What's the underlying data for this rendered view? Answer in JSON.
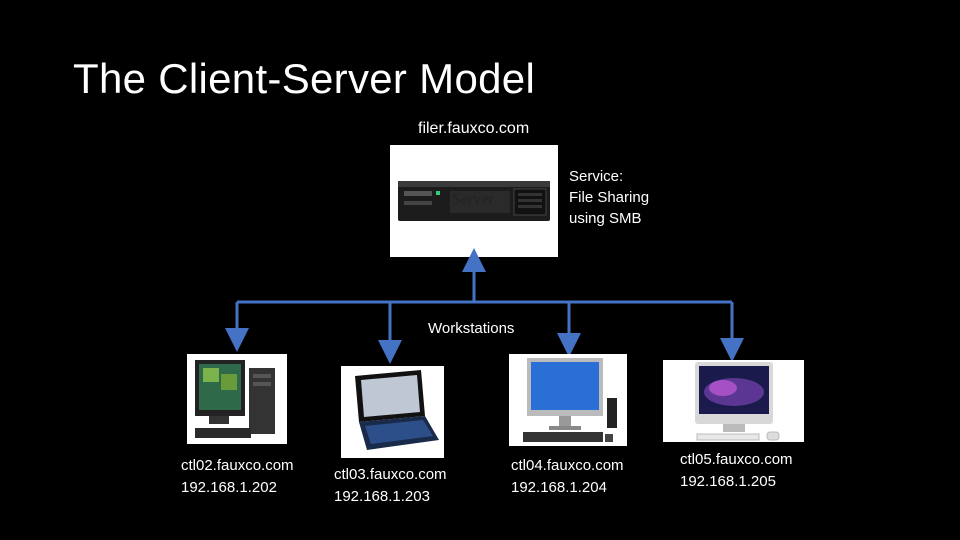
{
  "slide": {
    "title": "The Client-Server Model"
  },
  "server": {
    "hostname": "filer.fauxco.com",
    "image_label": "Server",
    "service_heading": "Service:",
    "service_line1": "File Sharing",
    "service_line2": "using SMB"
  },
  "network": {
    "label": "Workstations",
    "color": "#4472c4"
  },
  "workstations": [
    {
      "hostname": "ctl02.fauxco.com",
      "ip": "192.168.1.202",
      "icon": "desktop-tower-icon"
    },
    {
      "hostname": "ctl03.fauxco.com",
      "ip": "192.168.1.203",
      "icon": "netbook-icon"
    },
    {
      "hostname": "ctl04.fauxco.com",
      "ip": "192.168.1.204",
      "icon": "thin-client-icon"
    },
    {
      "hostname": "ctl05.fauxco.com",
      "ip": "192.168.1.205",
      "icon": "all-in-one-icon"
    }
  ]
}
